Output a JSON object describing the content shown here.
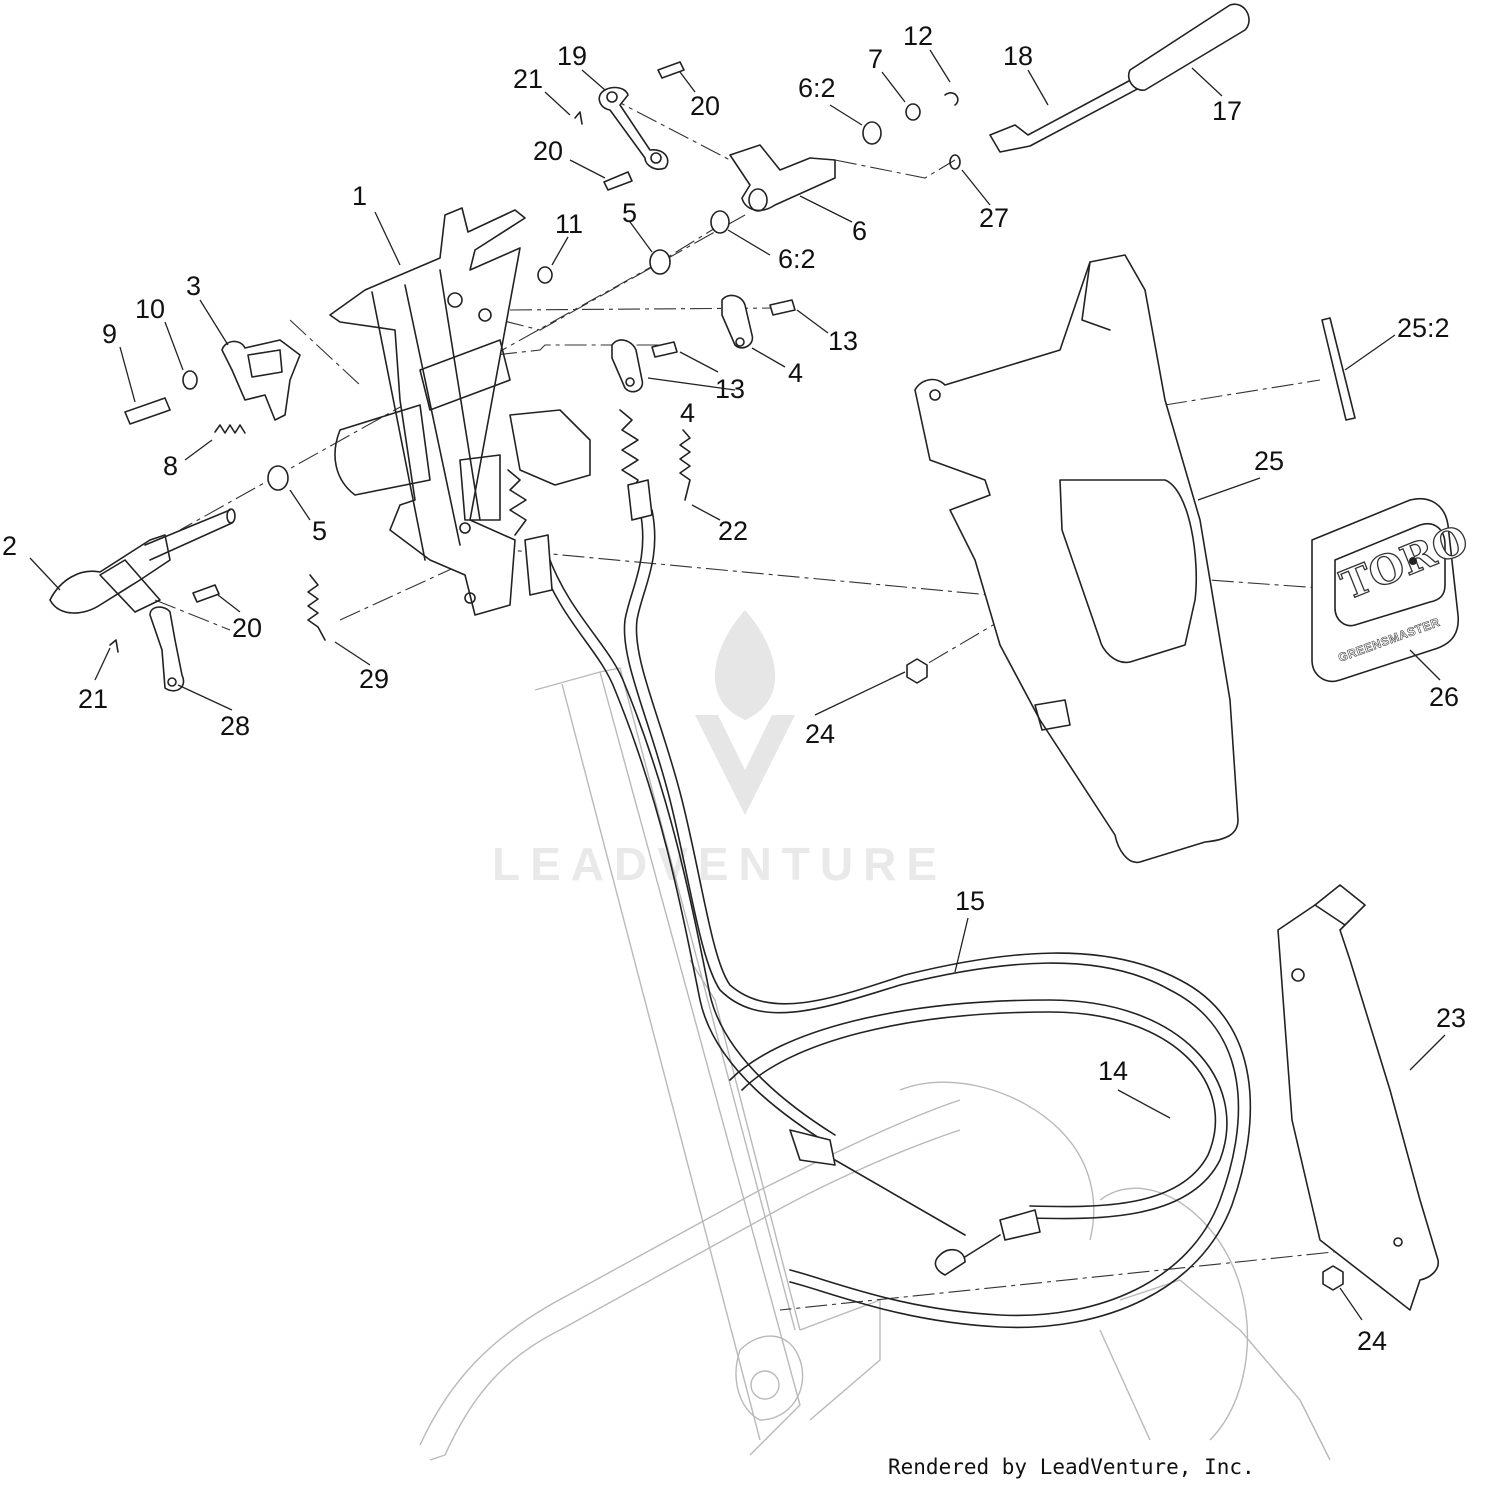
{
  "footer_credit": "Rendered by LeadVenture, Inc.",
  "watermark_text": "LEADVENTURE",
  "decal": {
    "brand": "TORO",
    "model": "GREENSMASTER"
  },
  "callouts": [
    "1",
    "2",
    "3",
    "4",
    "4",
    "5",
    "5",
    "6",
    "6:2",
    "6:2",
    "7",
    "8",
    "9",
    "10",
    "11",
    "12",
    "13",
    "13",
    "14",
    "15",
    "17",
    "18",
    "19",
    "20",
    "20",
    "20",
    "21",
    "21",
    "22",
    "23",
    "24",
    "24",
    "25",
    "25:2",
    "26",
    "27",
    "28",
    "29"
  ]
}
